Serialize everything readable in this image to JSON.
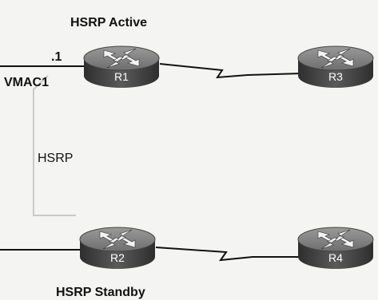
{
  "labels": {
    "active_title": "HSRP Active",
    "standby_title": "HSRP Standby",
    "ip_suffix": ".1",
    "vmac": "VMAC1",
    "hsrp_link": "HSRP"
  },
  "routers": [
    {
      "id": "r1",
      "name": "R1"
    },
    {
      "id": "r2",
      "name": "R2"
    },
    {
      "id": "r3",
      "name": "R3"
    },
    {
      "id": "r4",
      "name": "R4"
    }
  ]
}
